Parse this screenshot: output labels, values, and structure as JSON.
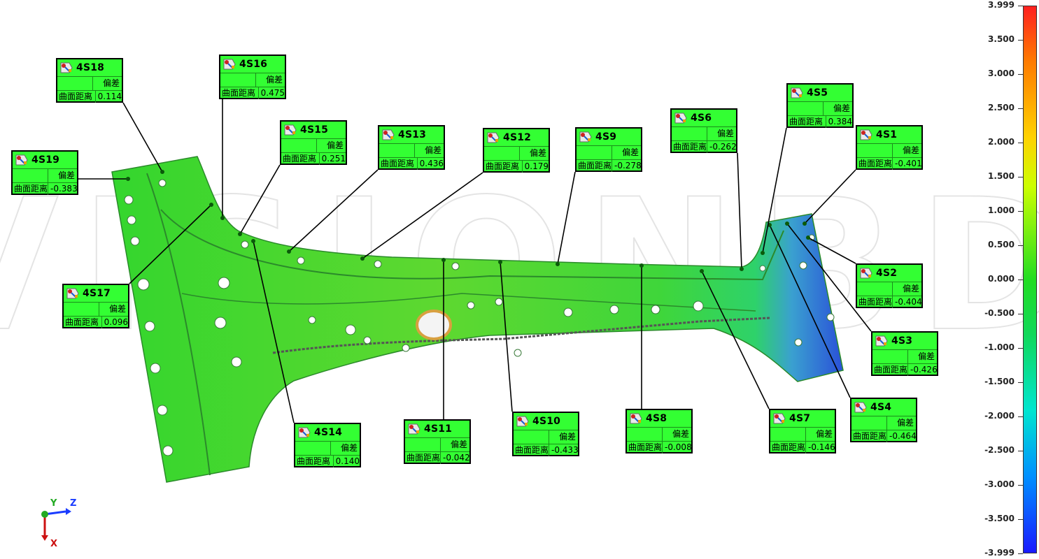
{
  "colors": {
    "callout_bg": "#33ff33",
    "part_main": "#3ad630",
    "part_blue": "#2a6bd8",
    "leader": "#000000"
  },
  "callouts": [
    {
      "id": "4S1",
      "label": "偏差",
      "name": "曲面距离",
      "value": "-0.401"
    },
    {
      "id": "4S2",
      "label": "偏差",
      "name": "曲面距离",
      "value": "-0.404"
    },
    {
      "id": "4S3",
      "label": "偏差",
      "name": "曲面距离",
      "value": "-0.426"
    },
    {
      "id": "4S4",
      "label": "偏差",
      "name": "曲面距离",
      "value": "-0.464"
    },
    {
      "id": "4S5",
      "label": "偏差",
      "name": "曲面距离",
      "value": "0.384"
    },
    {
      "id": "4S6",
      "label": "偏差",
      "name": "曲面距离",
      "value": "-0.262"
    },
    {
      "id": "4S7",
      "label": "偏差",
      "name": "曲面距离",
      "value": "-0.146"
    },
    {
      "id": "4S8",
      "label": "偏差",
      "name": "曲面距离",
      "value": "-0.008"
    },
    {
      "id": "4S9",
      "label": "偏差",
      "name": "曲面距离",
      "value": "-0.278"
    },
    {
      "id": "4S10",
      "label": "偏差",
      "name": "曲面距离",
      "value": "-0.433"
    },
    {
      "id": "4S11",
      "label": "偏差",
      "name": "曲面距离",
      "value": "-0.042"
    },
    {
      "id": "4S12",
      "label": "偏差",
      "name": "曲面距离",
      "value": "0.179"
    },
    {
      "id": "4S13",
      "label": "偏差",
      "name": "曲面距离",
      "value": "0.436"
    },
    {
      "id": "4S14",
      "label": "偏差",
      "name": "曲面距离",
      "value": "0.140"
    },
    {
      "id": "4S15",
      "label": "偏差",
      "name": "曲面距离",
      "value": "0.251"
    },
    {
      "id": "4S16",
      "label": "偏差",
      "name": "曲面距离",
      "value": "0.475"
    },
    {
      "id": "4S17",
      "label": "偏差",
      "name": "曲面距离",
      "value": "0.096"
    },
    {
      "id": "4S18",
      "label": "偏差",
      "name": "曲面距离",
      "value": "0.114"
    },
    {
      "id": "4S19",
      "label": "偏差",
      "name": "曲面距离",
      "value": "-0.383"
    }
  ],
  "colorbar": {
    "max": 3.999,
    "min": -3.999,
    "ticks": [
      "3.999",
      "3.500",
      "3.000",
      "2.500",
      "2.000",
      "1.500",
      "1.000",
      "0.500",
      "0.000",
      "-0.500",
      "-1.000",
      "-1.500",
      "-2.000",
      "-2.500",
      "-3.000",
      "-3.500",
      "-3.999"
    ]
  },
  "axes": {
    "y_label": "Y",
    "z_label": "Z",
    "x_label": "X"
  },
  "watermark": "VISIONBD"
}
